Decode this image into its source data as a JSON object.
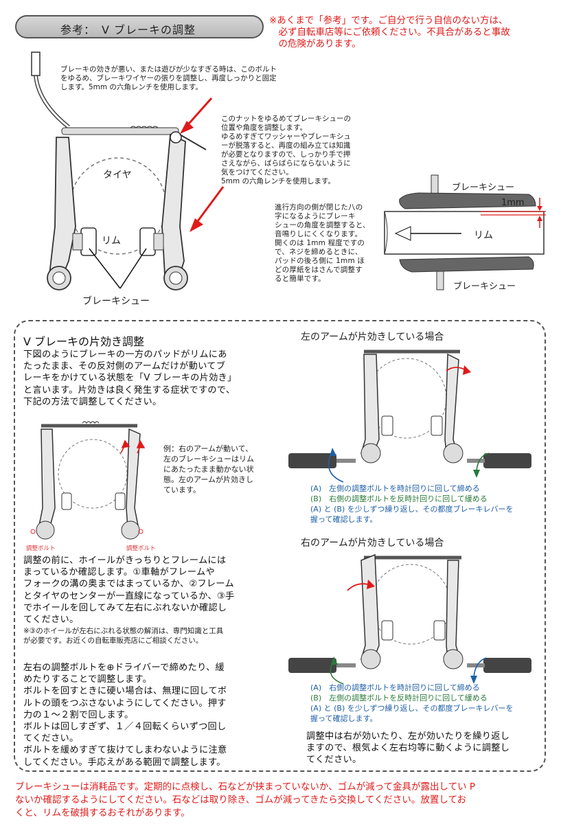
{
  "header": {
    "title": "参考：　V ブレーキの調整",
    "warning_lines": [
      "※あくまで「参考」です。ご自分で行う自信のない方は、",
      "　必ず自転車店等にご依頼ください。不具合があると事故",
      "　の危険があります。"
    ]
  },
  "diagram1": {
    "bolt_note": [
      "ブレーキの効きが悪い、または遊びが少なすぎる時は、このボルト",
      "をゆるめ、ブレーキワイヤーの張りを調整し、再度しっかりと固定",
      "します。5mm の六角レンチを使用します。"
    ],
    "nut_note": [
      "このナットをゆるめてブレーキシューの",
      "位置や角度を調整します。",
      "ゆるめすぎてワッシャーやブレーキシュ",
      "ーが脱落すると、再度の組み立ては知識",
      "が必要となりますので、しっかり手で押",
      "さえながら、ばらばらにならないように",
      "気をつけてください。",
      "5mm の六角レンチを使用します。"
    ],
    "tire_label": "タイヤ",
    "rim_label": "リム",
    "shoe_label": "ブレーキシュー"
  },
  "diagram2": {
    "shoe_top_label": "ブレーキシュー",
    "shoe_bottom_label": "ブレーキシュー",
    "gap_label": "1mm",
    "rim_label": "リム",
    "toe_note": [
      "進行方向の側が閉じた八の",
      "字になるようにブレーキ",
      "シューの角度を調整すると、",
      "音鳴りしにくくなります。",
      "開くのは 1mm 程度ですの",
      "で、ネジを締めるときに、",
      "パッドの後ろ側に 1mm ほ",
      "どの厚紙をはさんで調整す",
      "ると簡単です。"
    ]
  },
  "section": {
    "title": "V ブレーキの片効き調整",
    "intro": [
      "下図のようにブレーキの一方のパッドがリムにあ",
      "たったまま、その反対側のアームだけが動いてブ",
      "レーキをかけている状態を「V ブレーキの片効き」",
      "と言います。片効きは良く発生する症状ですので、",
      "下記の方法で調整してください。"
    ],
    "example_note": [
      "例：右のアームが動いて、",
      "左のブレーキシューはリム",
      "にあたったまま動かない状",
      "態。左のアームが片効きし",
      "ています。"
    ],
    "adj_bolt_left": "調整ボルト",
    "adj_bolt_right": "調整ボルト",
    "check": [
      "調整の前に、ホイールがきっちりとフレームには",
      "まっているか確認します。①車軸がフレームや",
      "フォークの溝の奥まではまっているか、②フレーム",
      "とタイヤのセンターが一直線になっているか、③手",
      "でホイールを回してみて左右にぶれないか確認し",
      "てください。"
    ],
    "check_note": [
      "※③のホイールが左右にぶれる状態の解消は、専門知識と工具",
      "が必要です。お近くの自転車販売店にご相談ください。"
    ],
    "method": [
      "左右の調整ボルトを⊕ドライバーで締めたり、緩",
      "めたりすることで調整します。",
      "ボルトを回すときに硬い場合は、無理に回してボ",
      "ルトの頭をつぶさないようにしてください。押す",
      "力の１～２割で回します。",
      "ボルトは回しすぎず、１／４回転くらいずつ回し",
      "てください。",
      "ボルトを緩めすぎて抜けてしまわないように注意",
      "してください。手応えがある範囲で調整します。"
    ],
    "left_case": {
      "title": "左のアームが片効きしている場合",
      "step_a": "(A)　左側の調整ボルトを時計回りに回して締める",
      "step_b": "(B)　右側の調整ボルトを反時計回りに回して緩める",
      "step_ab1": "(A) と (B) を少しずつ繰り返し、その都度ブレーキレバーを",
      "step_ab2": "握って確認します。"
    },
    "right_case": {
      "title": "右のアームが片効きしている場合",
      "step_a": "(A)　右側の調整ボルトを時計回りに回して締める",
      "step_b": "(B)　左側の調整ボルトを反時計回りに回して緩める",
      "step_ab1": "(A) と (B) を少しずつ繰り返し、その都度ブレーキレバーを",
      "step_ab2": "握って確認します。"
    },
    "closing": [
      "調整中は右が効いたり、左が効いたりを繰り返し",
      "ますので、根気よく左右均等に動くように調整し",
      "てください。"
    ]
  },
  "footer": {
    "warning_lines": [
      "ブレーキシューは消耗品です。定期的に点検し、石などが挟まっていないか、ゴムが減って金具が露出してい P",
      "ないか確認するようにしてください。石などは取り除き、ゴムが減ってきたら交換してください。放置してお",
      "くと、リムを破損するおそれがあります。"
    ]
  },
  "colors": {
    "warning": "#e01a1a",
    "blue_step": "#1f5fa8",
    "green_step": "#2a7a3a"
  }
}
